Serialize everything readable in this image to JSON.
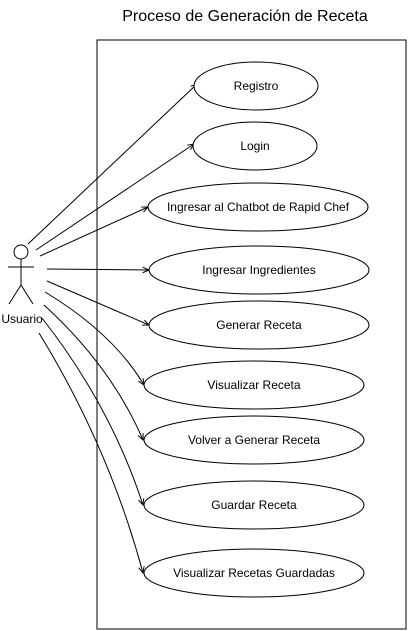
{
  "title": "Proceso de Generación de Receta",
  "actor": {
    "name": "Usuario"
  },
  "use_cases": [
    {
      "id": "registro",
      "label": "Registro"
    },
    {
      "id": "login",
      "label": "Login"
    },
    {
      "id": "chatbot",
      "label": "Ingresar al Chatbot de Rapid Chef"
    },
    {
      "id": "ingredientes",
      "label": "Ingresar Ingredientes"
    },
    {
      "id": "generar",
      "label": "Generar Receta"
    },
    {
      "id": "visualizar",
      "label": "Visualizar Receta"
    },
    {
      "id": "volver",
      "label": "Volver a Generar Receta"
    },
    {
      "id": "guardar",
      "label": "Guardar Receta"
    },
    {
      "id": "guardadas",
      "label": "Visualizar Recetas Guardadas"
    }
  ]
}
